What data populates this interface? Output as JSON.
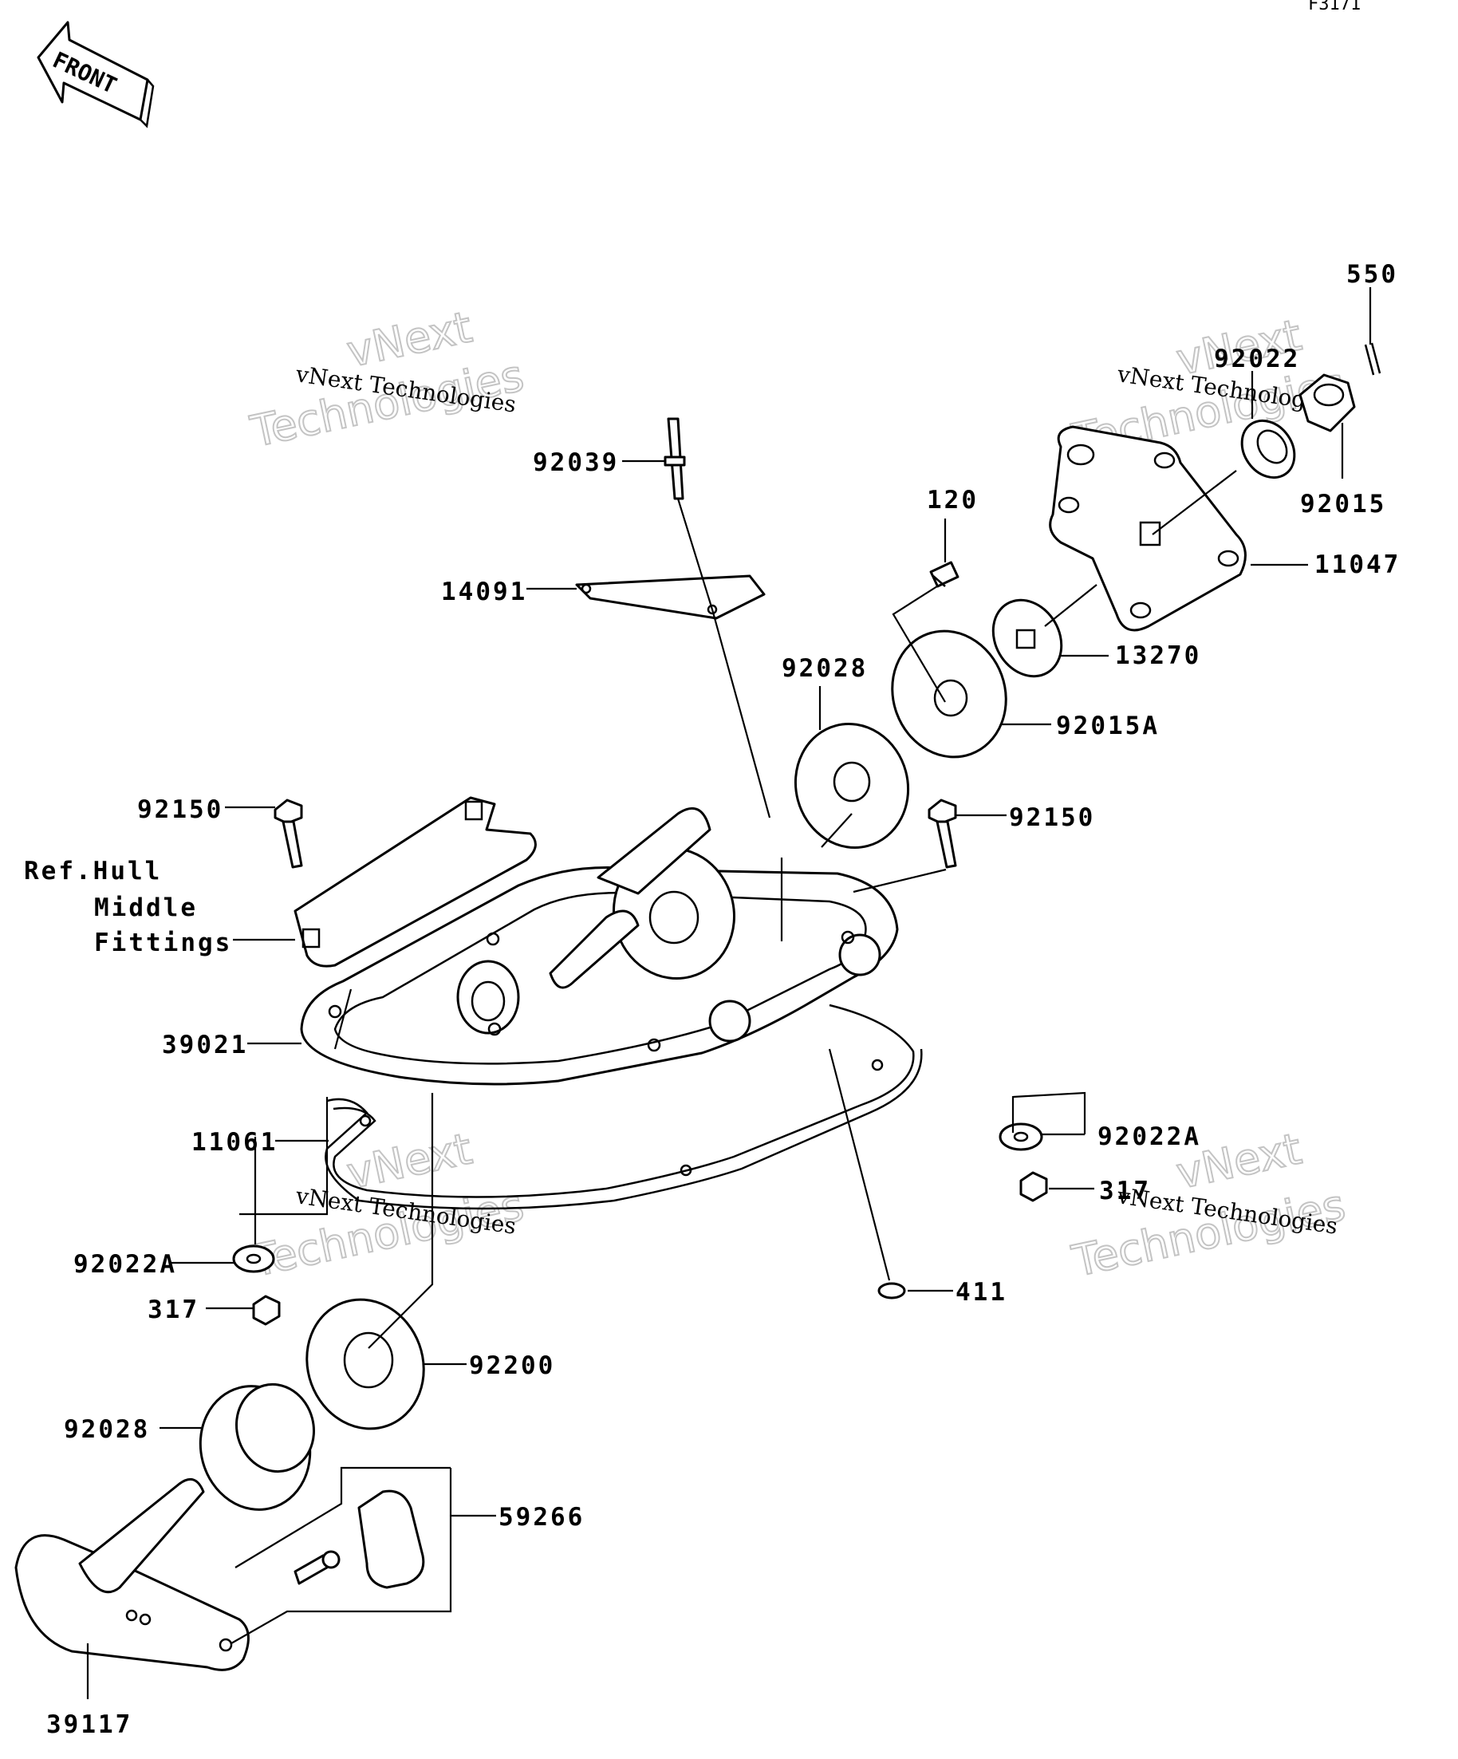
{
  "figure_code": "F3171",
  "front_arrow_text": "FRONT",
  "watermark": {
    "line1": "vNext Technologies",
    "line2a": "vNext",
    "line2b": "Technologies"
  },
  "ref_note": {
    "line1": "Ref.Hull",
    "line2": "Middle",
    "line3": "Fittings"
  },
  "part_numbers": {
    "p550": "550",
    "p92022": "92022",
    "p92015": "92015",
    "p11047": "11047",
    "p120": "120",
    "p13270": "13270",
    "p92039": "92039",
    "p14091": "14091",
    "p92028_top": "92028",
    "p92015A": "92015A",
    "p92150_left": "92150",
    "p92150_right": "92150",
    "p39021": "39021",
    "p11061": "11061",
    "p92022A_right": "92022A",
    "p317_right": "317",
    "p411": "411",
    "p92022A_left": "92022A",
    "p317_left": "317",
    "p92200": "92200",
    "p92028_bottom": "92028",
    "p59266": "59266",
    "p39117": "39117"
  }
}
